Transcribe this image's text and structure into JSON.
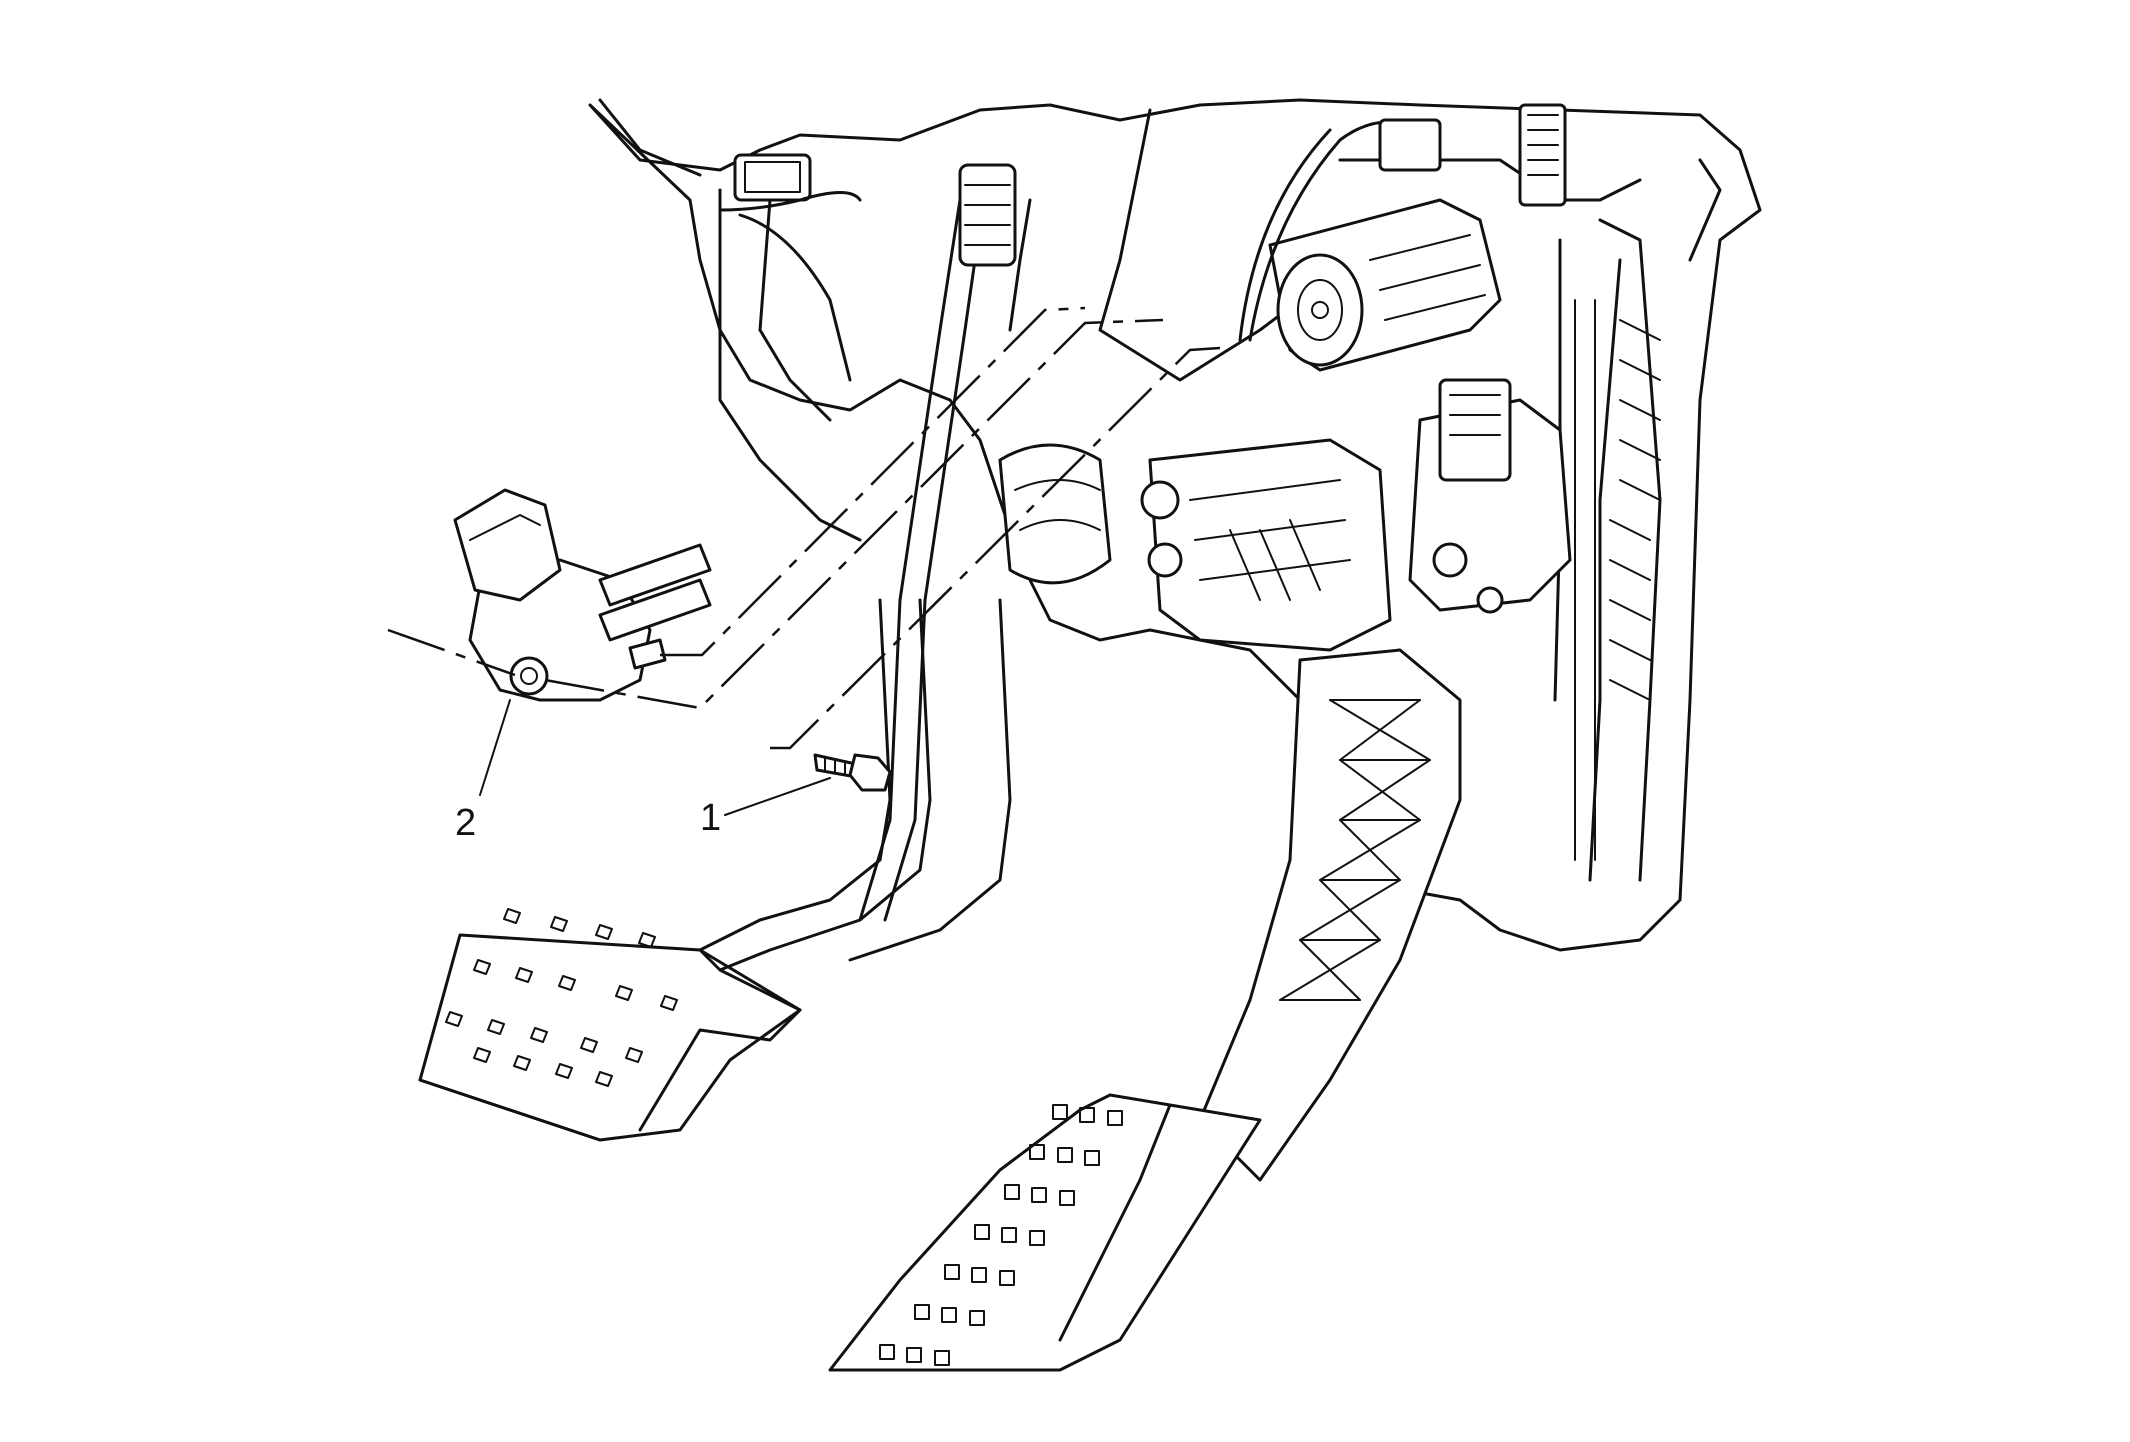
{
  "diagram": {
    "callouts": [
      {
        "id": "1",
        "label": "1"
      },
      {
        "id": "2",
        "label": "2"
      }
    ],
    "colors": {
      "line": "#111111",
      "background": "#ffffff"
    }
  }
}
